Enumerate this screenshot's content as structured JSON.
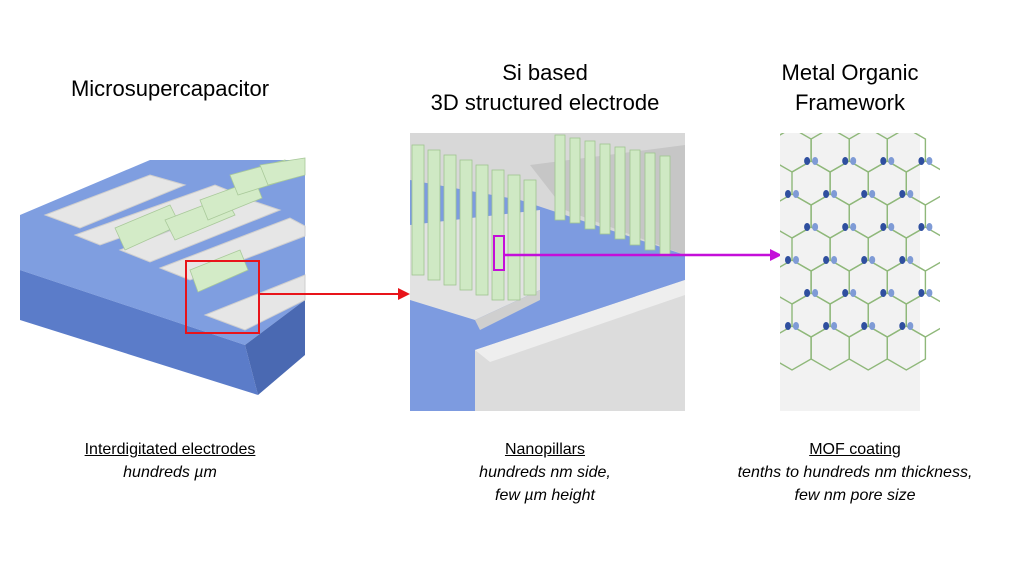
{
  "panels": [
    {
      "title_lines": [
        "Microsupercapacitor"
      ],
      "caption_heading": "Interdigitated electrodes",
      "caption_lines": [
        "hundreds µm"
      ]
    },
    {
      "title_lines": [
        "Si based",
        "3D structured electrode"
      ],
      "caption_heading": "Nanopillars",
      "caption_lines": [
        "hundreds nm side,",
        "few µm height"
      ]
    },
    {
      "title_lines": [
        "Metal Organic",
        "Framework"
      ],
      "caption_heading": "MOF coating",
      "caption_lines": [
        "tenths to hundreds nm thickness,",
        "few nm pore size"
      ]
    }
  ],
  "colors": {
    "substrate": "#6f8fd6",
    "substrate_dark": "#4f6fb8",
    "electrode": "#e0e0e0",
    "pillar": "#cfe9c4",
    "zoom1": "#e8141a",
    "zoom2": "#c40fd9",
    "mof_node": "#2f4f9f",
    "mof_link": "#8fb87a"
  }
}
